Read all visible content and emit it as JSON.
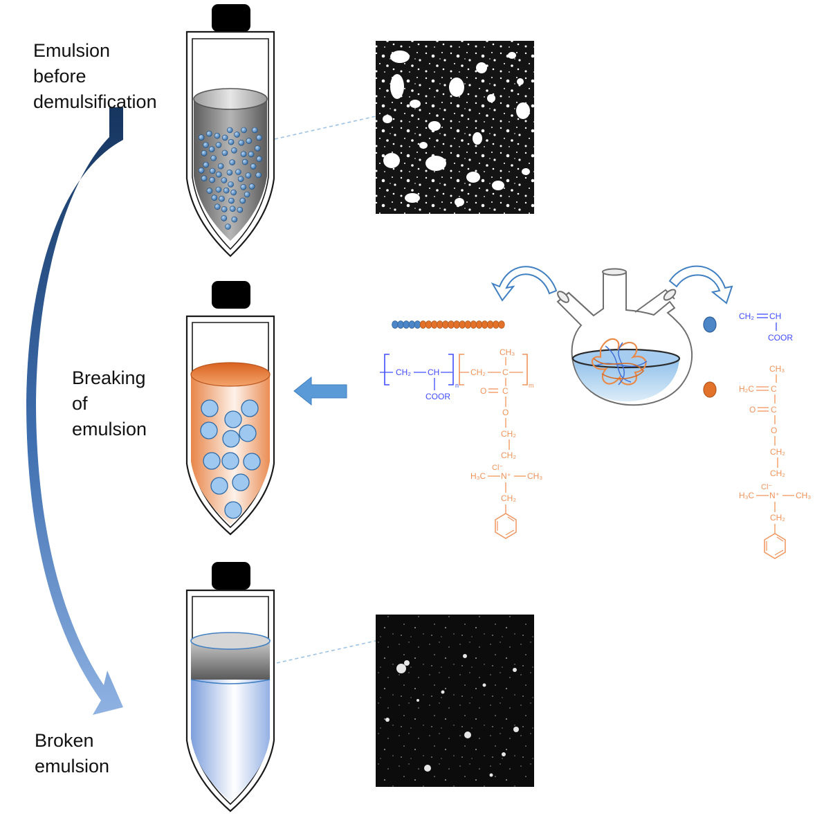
{
  "labels": {
    "before": [
      "Emulsion",
      "before",
      "demulsification"
    ],
    "breaking": [
      "Breaking",
      "of",
      "emulsion"
    ],
    "broken": [
      "Broken",
      "emulsion"
    ]
  },
  "chem": {
    "ch2": "CH₂",
    "ch": "CH",
    "cooR": "COOR",
    "ch3": "CH₃",
    "h2c": "H₂C",
    "h3c": "H₃C",
    "c": "C",
    "o": "O",
    "nplus": "N⁺",
    "cl": "Cl⁻",
    "n_sub": "n",
    "m_sub": "m",
    "eq": "="
  },
  "colors": {
    "blue_arrow_top": "#16355f",
    "blue_arrow_bottom": "#7ea6dc",
    "acrylate": "#3f4cff",
    "cationic": "#f0935a",
    "orange_drop": "#e2722a",
    "blue_drop": "#4c86c6",
    "grey_liquid": "#8c8c8c"
  }
}
